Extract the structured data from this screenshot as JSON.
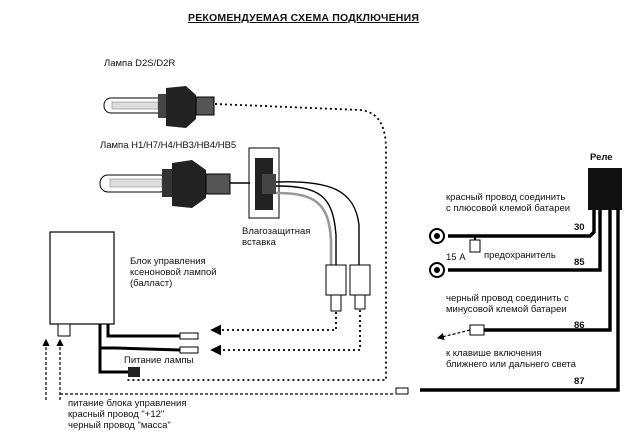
{
  "title": "РЕКОМЕНДУЕМАЯ СХЕМА ПОДКЛЮЧЕНИЯ",
  "lamps": {
    "d2s": "Лампа D2S/D2R",
    "h": "Лампа H1/H7/H4/HB3/HB4/HB5"
  },
  "moisture": [
    "Влагозащитная",
    "вставка"
  ],
  "ballast": [
    "Блок управления",
    "ксеноновой лампой",
    "(балласт)"
  ],
  "lamp_power": "Питание лампы",
  "ballast_power": [
    "питание блока управления",
    "красный провод \"+12\"",
    "черный провод \"масса\""
  ],
  "relay": {
    "label": "Реле",
    "pin30": "30",
    "pin85": "85",
    "pin86": "86",
    "pin87": "87"
  },
  "red_wire": [
    "красный провод соединить",
    "с плюсовой клемой батареи"
  ],
  "fuse": "15 А",
  "fuse_label": "предохранитель",
  "black_wire": [
    "черный провод соединить с",
    "минусовой клемой батареи"
  ],
  "switch": [
    "к клавише включения",
    "ближнего или дальнего света"
  ]
}
